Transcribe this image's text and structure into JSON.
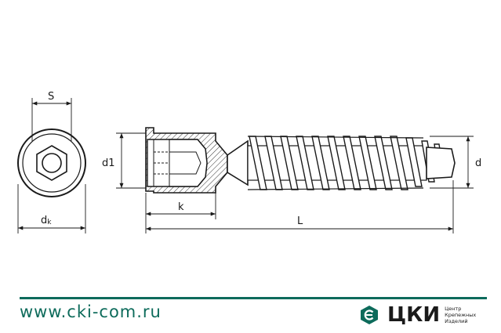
{
  "drawing": {
    "dimension_labels": {
      "s": "S",
      "dk_main": "d",
      "dk_sub": "k",
      "d1": "d1",
      "k": "k",
      "L": "L",
      "d": "d"
    },
    "line_color": "#1a1a1a"
  },
  "footer": {
    "url": "www.cki-com.ru",
    "brand_name": "ЦКИ",
    "brand_tagline": [
      "Центр",
      "Крепежных",
      "Изделий"
    ],
    "accent_color": "#0d6b5b"
  }
}
